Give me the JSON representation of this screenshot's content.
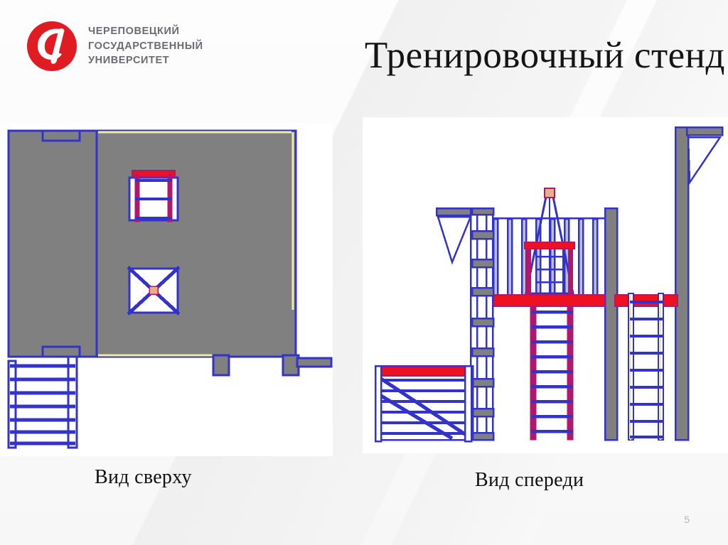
{
  "slide": {
    "title": "Тренировочный стенд",
    "page_number": "5",
    "background_color": "#f7f7f7"
  },
  "logo": {
    "name": "cherepovets-state-university-logo",
    "mark_color": "#e01b21",
    "text_color": "#6b6b74",
    "line1": "ЧЕРЕПОВЕЦКИЙ",
    "line2": "ГОСУДАРСТВЕННЫЙ",
    "line3": "УНИВЕРСИТЕТ",
    "text_block": "ЧЕРЕПОВЕЦКИЙ\nГОСУДАРСТВЕННЫЙ\nУНИВЕРСИТЕТ"
  },
  "figures": [
    {
      "id": "top-view",
      "caption": "Вид сверху",
      "panel_background": "#ffffff"
    },
    {
      "id": "front-view",
      "caption": "Вид спереди",
      "panel_background": "#ffffff"
    }
  ],
  "drawing_colors": {
    "outline_blue": "#3333cc",
    "fill_gray": "#808080",
    "accent_red": "#ee1122",
    "accent_magenta": "#b0186e",
    "accent_yellow": "#eeee99",
    "accent_tan": "#e8b08a",
    "white": "#ffffff"
  },
  "chart_data": {
    "type": "diagram",
    "title": "Тренировочный стенд",
    "views": [
      {
        "name": "Вид сверху",
        "elements": [
          "platform-deck-outline",
          "upper-hatch-with-rails",
          "lower-hatch-with-diagonal-cross",
          "left-ladder-7-rungs",
          "right-edge-beam",
          "support-posts"
        ]
      },
      {
        "name": "Вид спереди",
        "elements": [
          "left-bracket-arm",
          "left-vertical-ladder-gray-rungs",
          "handrail-balusters",
          "red-platform-deck",
          "center-tower-frame",
          "center-vertical-ladder-9-rungs",
          "gray-column-mid",
          "right-ladder-9-rungs",
          "gray-column-right",
          "top-right-bracket-arm",
          "left-stair-rail-assembly-red-top"
        ]
      }
    ]
  }
}
